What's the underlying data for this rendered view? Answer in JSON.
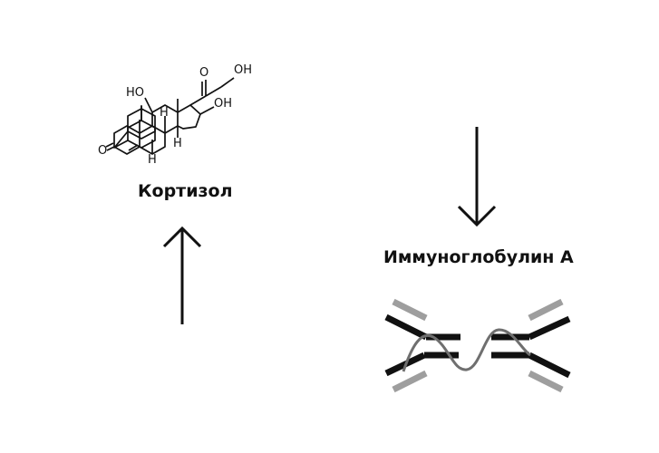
{
  "labels": {
    "cortisol": "Кортизол",
    "immunoglobulin": "Иммуноглобулин А"
  },
  "molecule_atoms": {
    "oxygen": "O",
    "ho_11": "HO",
    "oh_17": "OH",
    "oh_side": "OH",
    "h": "H"
  },
  "colors": {
    "ink": "#111111",
    "light_chain": "#9e9e9e",
    "hinge": "#6f6f6f"
  },
  "icons": {
    "up_arrow": "arrow-up-icon",
    "down_arrow": "arrow-down-icon",
    "molecule": "steroid-structure-icon",
    "antibody": "iga-dimer-icon"
  }
}
